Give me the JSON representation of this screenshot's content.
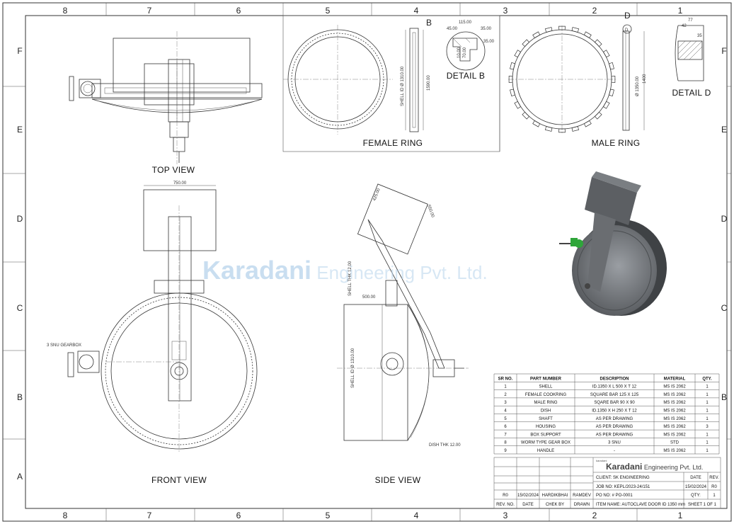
{
  "colors": {
    "line": "#333333",
    "watermark": "#9ec4e4",
    "iso_body": "#6f7377",
    "iso_green": "#2fa53a"
  },
  "zones": {
    "columns": [
      "8",
      "7",
      "6",
      "5",
      "4",
      "3",
      "2",
      "1"
    ],
    "rows": [
      "F",
      "E",
      "D",
      "C",
      "B",
      "A"
    ]
  },
  "views": {
    "top": "TOP VIEW",
    "front": "FRONT VIEW",
    "side": "SIDE VIEW",
    "female_ring": "FEMALE RING",
    "male_ring": "MALE RING",
    "detail_b": "DETAIL B",
    "detail_d": "DETAIL D",
    "mark_b": "B",
    "mark_d": "D",
    "mark_d2": "D"
  },
  "dimensions": {
    "front_width": "750.00",
    "gearbox": "3 SNU GEARBOX",
    "side_box_w": "425.00",
    "side_box_h": "550.00",
    "shell_thk": "SHELL THK 12.00",
    "side_len": "500.00",
    "shell_id": "SHELL ID Ø 1310.00",
    "dish_thk": "DISH THK 12.00",
    "female_id": "SHELL ID Ø 1310.00",
    "female_od": "1590.00",
    "det_b_115": "115.00",
    "det_b_45": "45.00",
    "det_b_35a": "35.00",
    "det_b_35b": "35.00",
    "det_b_10": "10.00",
    "det_b_70": "70.00",
    "male_d1": "Ø 1350.00",
    "male_d2": "1400",
    "det_d_77": "77",
    "det_d_42": "42",
    "det_d_35": "35"
  },
  "watermark": {
    "brand": "Karadani",
    "rest": " Engineering Pvt. Ltd."
  },
  "bom": {
    "headers": [
      "SR NO.",
      "PART NUMBER",
      "DESCRIPTION",
      "MATERIAL",
      "QTY."
    ],
    "rows": [
      [
        "1",
        "SHELL",
        "ID.1350 X L 500 X T 12",
        "MS IS 2062",
        "1"
      ],
      [
        "2",
        "FEMALE COOKRING",
        "SQUARE BAR 125 X 125",
        "MS IS 2062",
        "1"
      ],
      [
        "3",
        "MALE RING",
        "SQARE BAR 90 X 90",
        "MS IS 2062",
        "1"
      ],
      [
        "4",
        "DISH",
        "ID.1350 X H 250 X T 12",
        "MS IS 2062",
        "1"
      ],
      [
        "5",
        "SHAFT",
        "AS PER DRAWING",
        "MS IS 2062",
        "1"
      ],
      [
        "6",
        "HOUSING",
        "AS PER DRAWING",
        "MS IS 2062",
        "3"
      ],
      [
        "7",
        "BOX SUPPORT",
        "AS PER DRAWING",
        "MS IS 2062",
        "1"
      ],
      [
        "8",
        "WORM TYPE GEAR BOX",
        "3 SNU",
        "STD",
        "1"
      ],
      [
        "9",
        "HANDLE",
        "-",
        "MS IS 2062",
        "1"
      ]
    ]
  },
  "title_block": {
    "logo_small": "karadani",
    "logo_brand": "Karadani",
    "logo_rest": " Engineering Pvt. Ltd.",
    "client": "CLIENT:  SK ENGINEERING",
    "job_no": "JOB NO:   KEPL/2023-24/151",
    "po_no": "PO NO: # PO-0001",
    "item_name": "ITEM NAME:   AUTOCLAVE DOOR ID 1350 mm",
    "date_label": "DATE",
    "rev_label": "REV.",
    "date_value": "15/02/2024",
    "rev_value": "R0",
    "qty_label": "QTY:",
    "qty_value": "1",
    "sheet": "SHEET 1 OF 1",
    "revision_row": [
      "R0",
      "15/02/2024",
      "HARDIKBHAI",
      "RAMDEV"
    ],
    "footer": [
      "REV. NO.",
      "DATE",
      "CHEK BY",
      "DRAWN"
    ]
  }
}
